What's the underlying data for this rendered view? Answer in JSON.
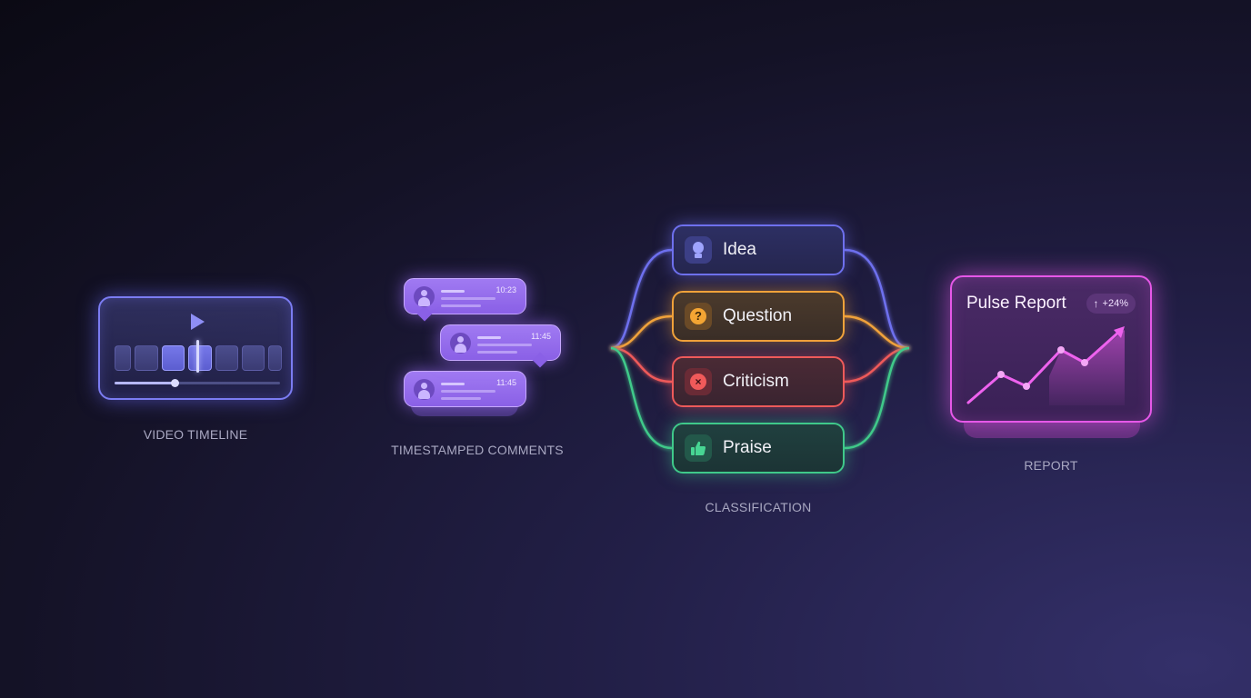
{
  "stages": {
    "video": {
      "caption": "VIDEO TIMELINE",
      "playhead_progress": 0.36
    },
    "comments": {
      "caption": "TIMESTAMPED COMMENTS",
      "items": [
        {
          "time": "10:23"
        },
        {
          "time": "11:45"
        },
        {
          "time": "11:45"
        }
      ]
    },
    "classification": {
      "caption": "CLASSIFICATION",
      "categories": [
        {
          "label": "Idea",
          "icon": "lightbulb-icon",
          "color": "#6e70ee"
        },
        {
          "label": "Question",
          "icon": "question-mark-icon",
          "color": "#f0a23a"
        },
        {
          "label": "Criticism",
          "icon": "x-circle-icon",
          "color": "#ef5a5a"
        },
        {
          "label": "Praise",
          "icon": "thumbs-up-icon",
          "color": "#3fc98a"
        }
      ]
    },
    "report": {
      "caption": "REPORT",
      "title": "Pulse Report",
      "badge_arrow": "↑",
      "badge_value": "+24%",
      "color": "#e658e8"
    }
  }
}
